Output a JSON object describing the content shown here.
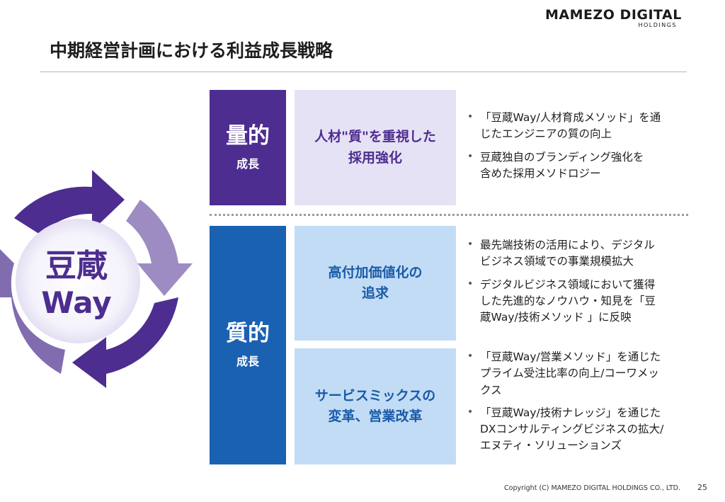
{
  "header": {
    "logo_main": "MAMEZO DIGITAL",
    "logo_sub": "HOLDINGS",
    "title": "中期経営計画における利益成長戦略"
  },
  "cycle": {
    "line1": "豆蔵",
    "line2": "Way"
  },
  "quantitative": {
    "main": "量的",
    "sub": "成長",
    "strategy_line1": "人材\"質\"を重視した",
    "strategy_line2": "採用強化",
    "bullets": [
      [
        "「豆蔵Way/人材育成メソッド」を通",
        "じたエンジニアの質の向上"
      ],
      [
        "豆蔵独自のブランディング強化を",
        "含めた採用メソドロジー"
      ]
    ]
  },
  "qualitative": {
    "main": "質的",
    "sub": "成長",
    "strategy1_line1": "高付加価値化の",
    "strategy1_line2": "追求",
    "bullets1": [
      [
        "最先端技術の活用により、デジタル",
        "ビジネス領域での事業規模拡大"
      ],
      [
        "デジタルビジネス領域において獲得",
        "した先進的なノウハウ・知見を「豆",
        "蔵Way/技術メソッド 」に反映"
      ]
    ],
    "strategy2_line1": "サービスミックスの",
    "strategy2_line2": "変革、営業改革",
    "bullets2": [
      [
        "「豆蔵Way/営業メソッド」を通じた",
        "プライム受注比率の向上/コーワメッ",
        "クス"
      ],
      [
        "「豆蔵Way/技術ナレッジ」を通じた",
        "DXコンサルティングビジネスの拡大/",
        "エヌティ・ソリューションズ"
      ]
    ]
  },
  "colors": {
    "purple_dark": "#4d2d8f",
    "purple_light": "#e6e2f5",
    "blue_dark": "#1a61b2",
    "blue_light": "#c2dcf5",
    "strategy_purple_text": "#4d2d8f",
    "strategy_blue_text": "#1a5aa8"
  },
  "footer": {
    "copyright": "Copyright (C) MAMEZO DIGITAL HOLDINGS CO., LTD.",
    "page": "25"
  }
}
